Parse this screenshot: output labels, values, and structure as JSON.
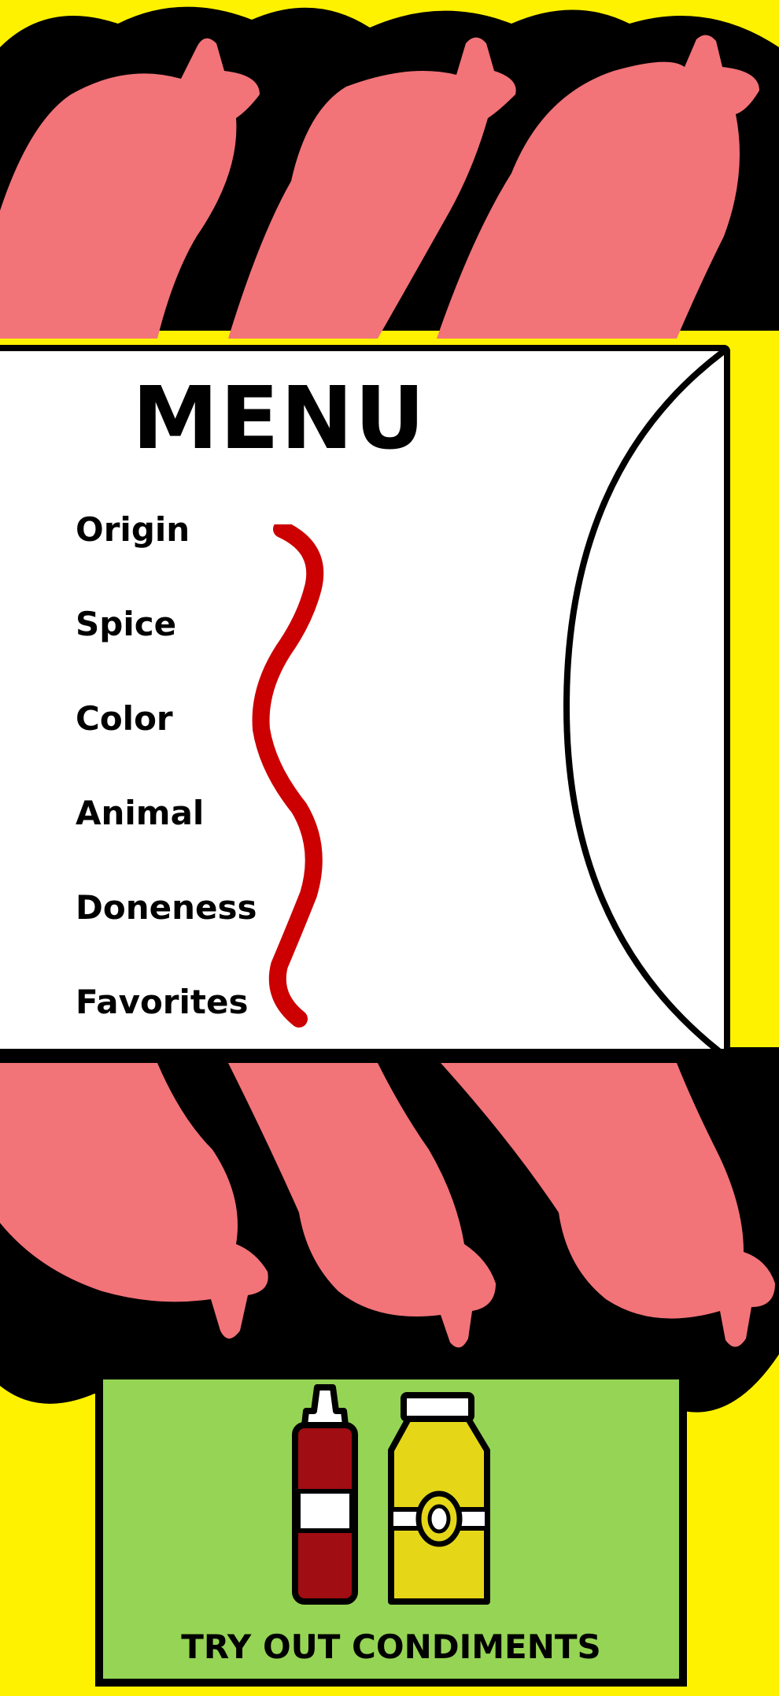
{
  "menu": {
    "title": "MENU",
    "items": [
      {
        "label": "Origin"
      },
      {
        "label": "Spice"
      },
      {
        "label": "Color"
      },
      {
        "label": "Animal"
      },
      {
        "label": "Doneness"
      },
      {
        "label": "Favorites"
      }
    ]
  },
  "condiments": {
    "button_label": "TRY OUT CONDIMENTS"
  },
  "colors": {
    "background": "#fff200",
    "sausage": "#f27378",
    "outline": "#000000",
    "ketchup_line": "#cc0000",
    "panel": "#96d455",
    "ketchup_bottle": "#a00d12",
    "mustard_bottle": "#e5d718"
  },
  "icons": {
    "ketchup": "ketchup-bottle-icon",
    "mustard": "mustard-bottle-icon",
    "squiggle": "ketchup-squiggle-icon"
  }
}
